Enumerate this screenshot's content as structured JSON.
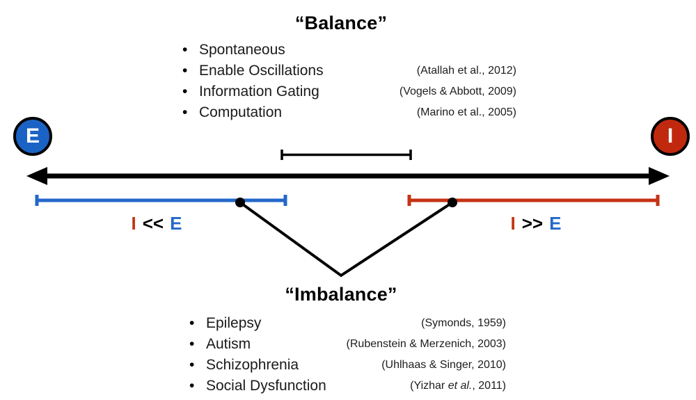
{
  "bullet": "•",
  "balance": {
    "title": "“Balance”",
    "items": [
      {
        "label": "Spontaneous",
        "cit_pre": "",
        "cit_italic": "",
        "cit_post": ""
      },
      {
        "label": "Enable Oscillations",
        "cit_pre": "(Atallah et al., 2012)",
        "cit_italic": "",
        "cit_post": ""
      },
      {
        "label": "Information Gating",
        "cit_pre": "(Vogels & Abbott, 2009)",
        "cit_italic": "",
        "cit_post": ""
      },
      {
        "label": "Computation",
        "cit_pre": "(Marino et al., 2005)",
        "cit_italic": "",
        "cit_post": ""
      }
    ]
  },
  "imbalance": {
    "title": "“Imbalance”",
    "items": [
      {
        "label": "Epilepsy",
        "cit_pre": "(Symonds, 1959)",
        "cit_italic": "",
        "cit_post": ""
      },
      {
        "label": "Autism",
        "cit_pre": "(Rubenstein & Merzenich, 2003)",
        "cit_italic": "",
        "cit_post": ""
      },
      {
        "label": "Schizophrenia",
        "cit_pre": "(Uhlhaas & Singer, 2010)",
        "cit_italic": "",
        "cit_post": ""
      },
      {
        "label": "Social Dysfunction",
        "cit_pre": "(Yizhar ",
        "cit_italic": "et al.",
        "cit_post": ", 2011)"
      }
    ]
  },
  "axis": {
    "left_node": "E",
    "right_node": "I",
    "left_label": {
      "i": "I",
      "op": "<<",
      "e": "E"
    },
    "right_label": {
      "i": "I",
      "op": ">>",
      "e": "E"
    }
  },
  "colors": {
    "excitation_blue": "#1A63C4",
    "inhibition_red": "#C1290F",
    "bracket_blue": "#2467C9",
    "bracket_red": "#C43415",
    "axis_black": "#000000"
  }
}
